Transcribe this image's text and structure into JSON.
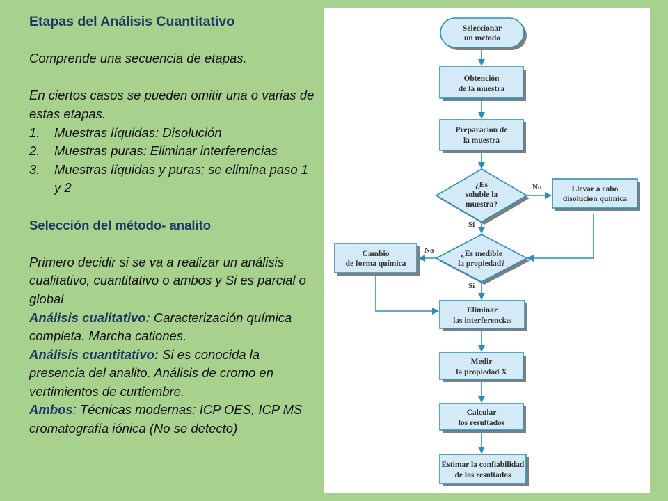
{
  "left": {
    "title": "Etapas del Análisis Cuantitativo",
    "p1": "Comprende una secuencia de etapas.",
    "p2": "En ciertos casos se pueden omitir una o varias de estas etapas.",
    "list": [
      {
        "num": "1.",
        "text": "Muestras líquidas: Disolución"
      },
      {
        "num": "2.",
        "text": "Muestras puras: Eliminar interferencias"
      },
      {
        "num": "3.",
        "text": "Muestras líquidas y puras: se elimina paso 1 y 2"
      }
    ],
    "heading2": "Selección del método- analito",
    "p3": "Primero decidir si se va a realizar un análisis cualitativo, cuantitativo o ambos y Si es parcial o global",
    "qual_label": "Análisis cualitativo:",
    "qual_text": " Caracterización química completa. Marcha  cationes.",
    "quant_label": "Análisis cuantitativo:",
    "quant_text": " Si es conocida la presencia del analito. Análisis de cromo en vertimientos de curtiembre.",
    "both_label": "Ambos",
    "both_text": ": Técnicas modernas: ICP OES, ICP MS cromatografía iónica (No se detecto)"
  },
  "flowchart": {
    "start": [
      "Seleccionar",
      "un método"
    ],
    "step1": [
      "Obtención",
      "de la muestra"
    ],
    "step2": [
      "Preparación de",
      "la muestra"
    ],
    "decision1": [
      "¿Es",
      "soluble la",
      "muestra?"
    ],
    "side1": [
      "Llevar a cabo",
      "disolución química"
    ],
    "decision2": [
      "¿Es medible",
      "la propiedad?"
    ],
    "side2": [
      "Cambio",
      "de forma química"
    ],
    "step3": [
      "Eliminar",
      "las interferencias"
    ],
    "step4": [
      "Medir",
      "la propiedad X"
    ],
    "step5": [
      "Calcular",
      "los resultados"
    ],
    "step6": [
      "Estimar la confiabilidad",
      "de los resultados"
    ],
    "no1": "No",
    "si1": "Sí",
    "no2": "No",
    "si2": "Sí"
  }
}
